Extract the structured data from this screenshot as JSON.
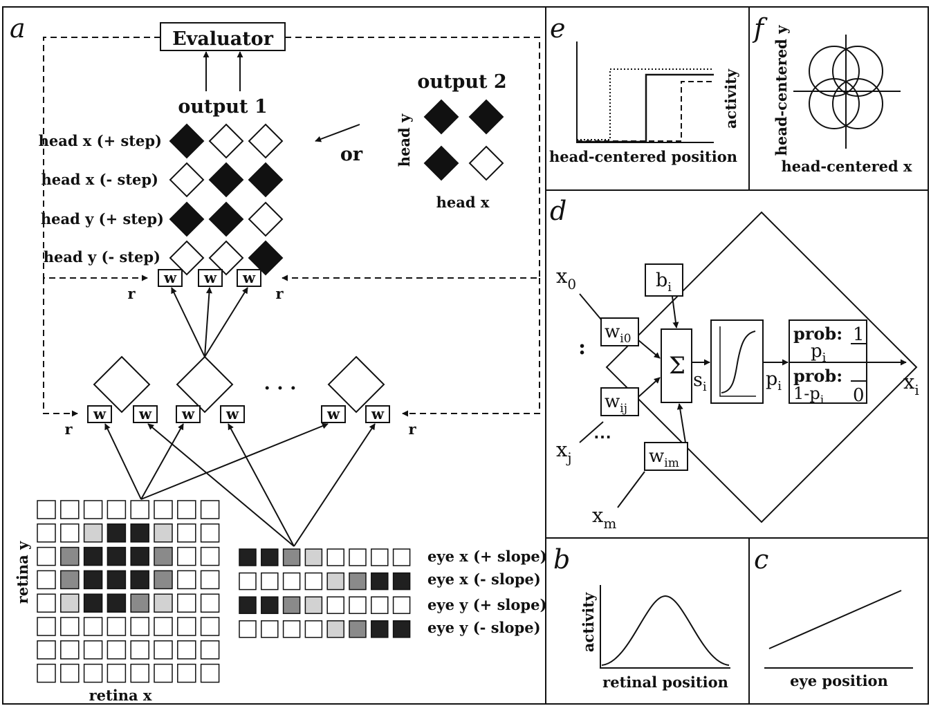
{
  "panels": {
    "a": "a",
    "b": "b",
    "c": "c",
    "d": "d",
    "e": "e",
    "f": "f"
  },
  "panel_a": {
    "evaluator": "Evaluator",
    "output1": "output 1",
    "output2": "output 2",
    "or": "or",
    "head_x_plus": "head x (+ step)",
    "head_x_minus": "head x (- step)",
    "head_y_plus": "head y (+ step)",
    "head_y_minus": "head y (- step)",
    "head_y": "head y",
    "head_x": "head x",
    "w": "w",
    "r": "r",
    "dots": ". . .",
    "eye_x_plus": "eye x (+ slope)",
    "eye_x_minus": "eye x (- slope)",
    "eye_y_plus": "eye y (+ slope)",
    "eye_y_minus": "eye y (- slope)",
    "retina_y": "retina y",
    "retina_x": "retina x"
  },
  "panel_b": {
    "ylabel": "activity",
    "xlabel": "retinal position"
  },
  "panel_c": {
    "xlabel": "eye position"
  },
  "panel_d": {
    "x": "x",
    "sub_0": "0",
    "sub_j": "j",
    "sub_m": "m",
    "sub_i": "i",
    "w_sub_i0": "i0",
    "w_sub_ij": "ij",
    "w_sub_im": "im",
    "b": "b",
    "s": "s",
    "p": "p",
    "sigma": "Σ",
    "prob": "prob:",
    "one_minus": "1-p",
    "one": "1",
    "zero": "0",
    "vdots": ":"
  },
  "panel_e": {
    "ylabel": "activity",
    "xlabel": "head-centered position"
  },
  "panel_f": {
    "ylabel": "head-centered y",
    "xlabel": "head-centered x"
  }
}
